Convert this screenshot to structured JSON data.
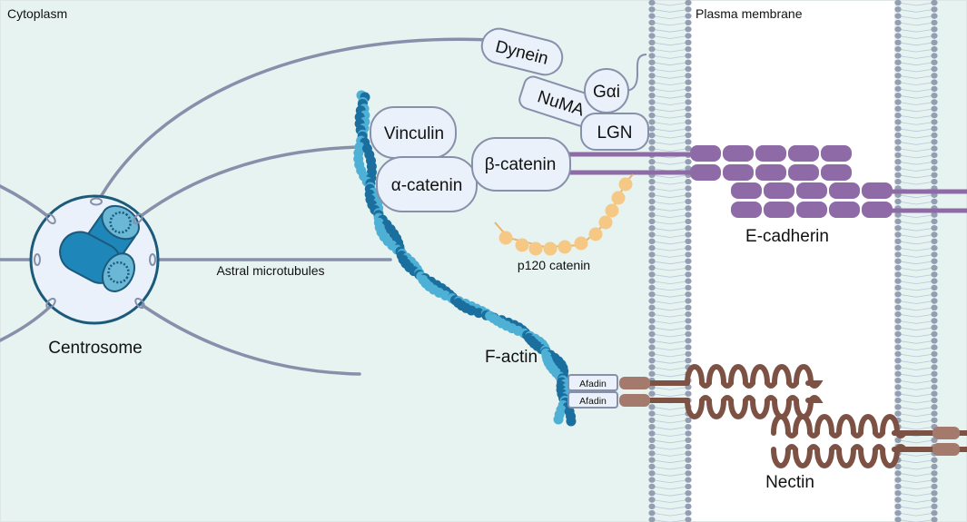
{
  "regions": {
    "cytoplasm": "Cytoplasm",
    "plasma_membrane": "Plasma membrane"
  },
  "labels": {
    "centrosome": "Centrosome",
    "astral_microtubules": "Astral microtubules",
    "f_actin": "F-actin",
    "p120_catenin": "p120 catenin",
    "e_cadherin": "E-cadherin",
    "nectin": "Nectin"
  },
  "proteins": {
    "dynein": "Dynein",
    "numa": "NuMA",
    "galphai": "Gαi",
    "lgn": "LGN",
    "vinculin": "Vinculin",
    "alpha_catenin": "α-catenin",
    "beta_catenin": "β-catenin",
    "afadin_1": "Afadin",
    "afadin_2": "Afadin"
  },
  "colors": {
    "cytoplasm_bg": "#e6f3f1",
    "extracellular_bg": "#ffffff",
    "microtubule": "#8690ab",
    "protein_fill": "#eaf1fa",
    "protein_stroke": "#8690ab",
    "cadherin": "#8e6aa6",
    "nectin": "#7d5245",
    "nectin_light": "#a47a6d",
    "p120": "#f5c985",
    "actin_dark": "#1a6f9e",
    "actin_light": "#4fb0d6",
    "membrane_head": "#939eb3"
  }
}
